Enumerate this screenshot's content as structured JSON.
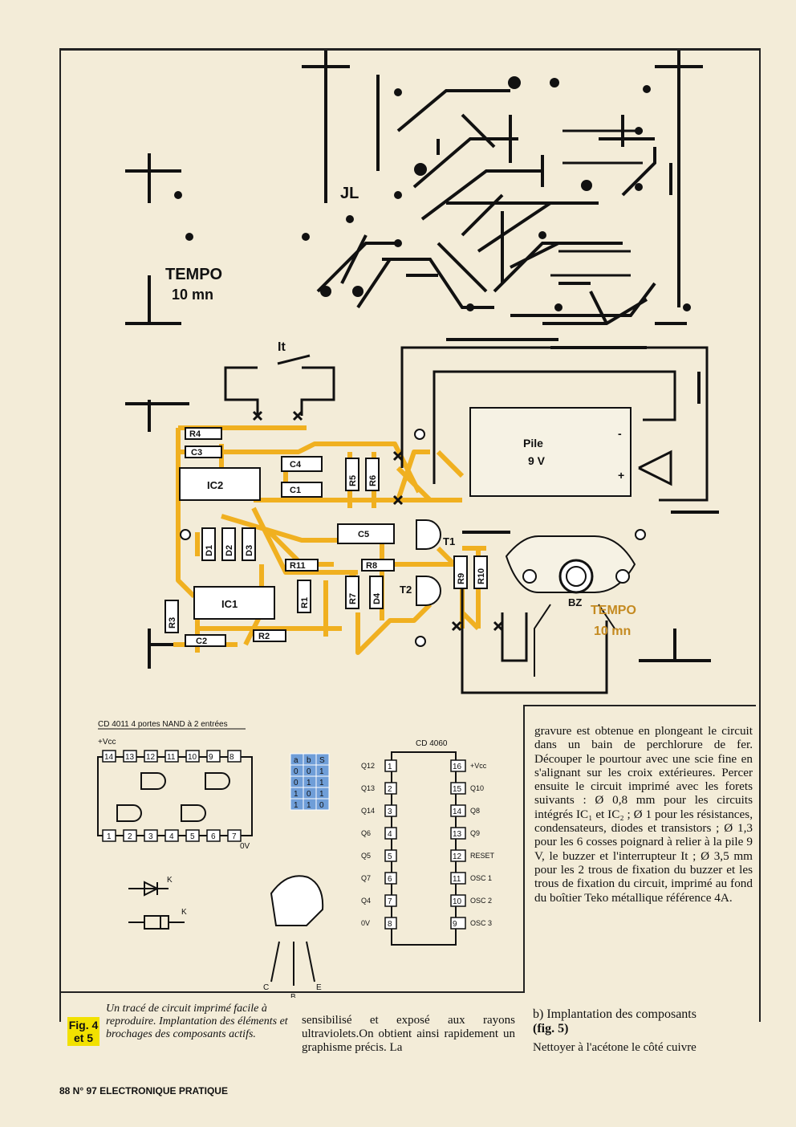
{
  "figure": {
    "pcb_label_jl": "JL",
    "tempo_title": "TEMPO",
    "tempo_sub": "10 mn",
    "switch_label": "It",
    "battery_label_1": "Pile",
    "battery_label_2": "9 V",
    "battery_minus": "-",
    "battery_plus": "+",
    "buzzer_label": "BZ",
    "mirror_1": "TEMPO",
    "mirror_2": "10 mn",
    "ic1": "IC1",
    "ic2": "IC2",
    "t1": "T1",
    "t2": "T2",
    "components": [
      "R4",
      "C3",
      "C4",
      "C1",
      "R5",
      "R6",
      "C5",
      "D1",
      "D2",
      "D3",
      "R11",
      "R8",
      "R9",
      "R10",
      "R7",
      "D4",
      "R1",
      "R3",
      "C2",
      "R2"
    ]
  },
  "pinout": {
    "cd4011_title": "CD 4011  4 portes NAND à 2 entrées",
    "vcc": "+Vcc",
    "ov": "0V",
    "top_pins": [
      "14",
      "13",
      "12",
      "11",
      "10",
      "9",
      "8"
    ],
    "bottom_pins": [
      "1",
      "2",
      "3",
      "4",
      "5",
      "6",
      "7"
    ],
    "truth_header": [
      "a",
      "b",
      "S"
    ],
    "truth_rows": [
      [
        "0",
        "0",
        "1"
      ],
      [
        "0",
        "1",
        "1"
      ],
      [
        "1",
        "0",
        "1"
      ],
      [
        "1",
        "1",
        "0"
      ]
    ],
    "cd4060_title": "CD 4060",
    "left_pins": [
      [
        "Q12",
        "1"
      ],
      [
        "Q13",
        "2"
      ],
      [
        "Q14",
        "3"
      ],
      [
        "Q6",
        "4"
      ],
      [
        "Q5",
        "5"
      ],
      [
        "Q7",
        "6"
      ],
      [
        "Q4",
        "7"
      ],
      [
        "0V",
        "8"
      ]
    ],
    "right_pins": [
      [
        "16",
        "+Vcc"
      ],
      [
        "15",
        "Q10"
      ],
      [
        "14",
        "Q8"
      ],
      [
        "13",
        "Q9"
      ],
      [
        "12",
        "RESET"
      ],
      [
        "11",
        "OSC 1"
      ],
      [
        "10",
        "OSC 2"
      ],
      [
        "9",
        "OSC 3"
      ]
    ],
    "diode_k1": "K",
    "diode_k2": "K",
    "transistor_c": "C",
    "transistor_b": "B",
    "transistor_e": "E"
  },
  "caption": {
    "tag_line1": "Fig. 4",
    "tag_line2": "et 5",
    "text": "Un tracé de circuit imprimé facile à reproduire. Implantation des éléments et brochages des composants actifs."
  },
  "body": {
    "col2": "sensibilisé et exposé aux rayons ultraviolets.On obtient ainsi rapidement un graphisme précis. La",
    "side": "gravure est obtenue en plongeant le circuit dans un bain de perchlorure de fer. Découper le pourtour avec une scie fine en s'alignant sur les croix extérieures. Percer ensuite le circuit imprimé avec les forets suivants : Ø 0,8 mm pour les circuits intégrés IC₁ et IC₂ ; Ø 1 pour les résistances, condensateurs, diodes et transistors ; Ø 1,3 pour les 6 cosses poignard à relier à la pile 9 V, le buzzer et l'interrupteur It ; Ø 3,5 mm pour les 2 trous de fixation du buzzer et les trous de fixation du circuit, imprimé au fond du boîtier Teko métallique référence 4A.",
    "col3_head": "b) Implantation des composants",
    "col3_head_ref": "(fig. 5)",
    "col3": "Nettoyer à l'acétone le côté cuivre"
  },
  "footer": "88 N° 97 ELECTRONIQUE PRATIQUE",
  "colors": {
    "copper_track": "#f0b020",
    "ink": "#111111",
    "paper": "#f3ecd8",
    "fig_tag": "#f2e100",
    "truth_table": "#6f9ed8"
  }
}
